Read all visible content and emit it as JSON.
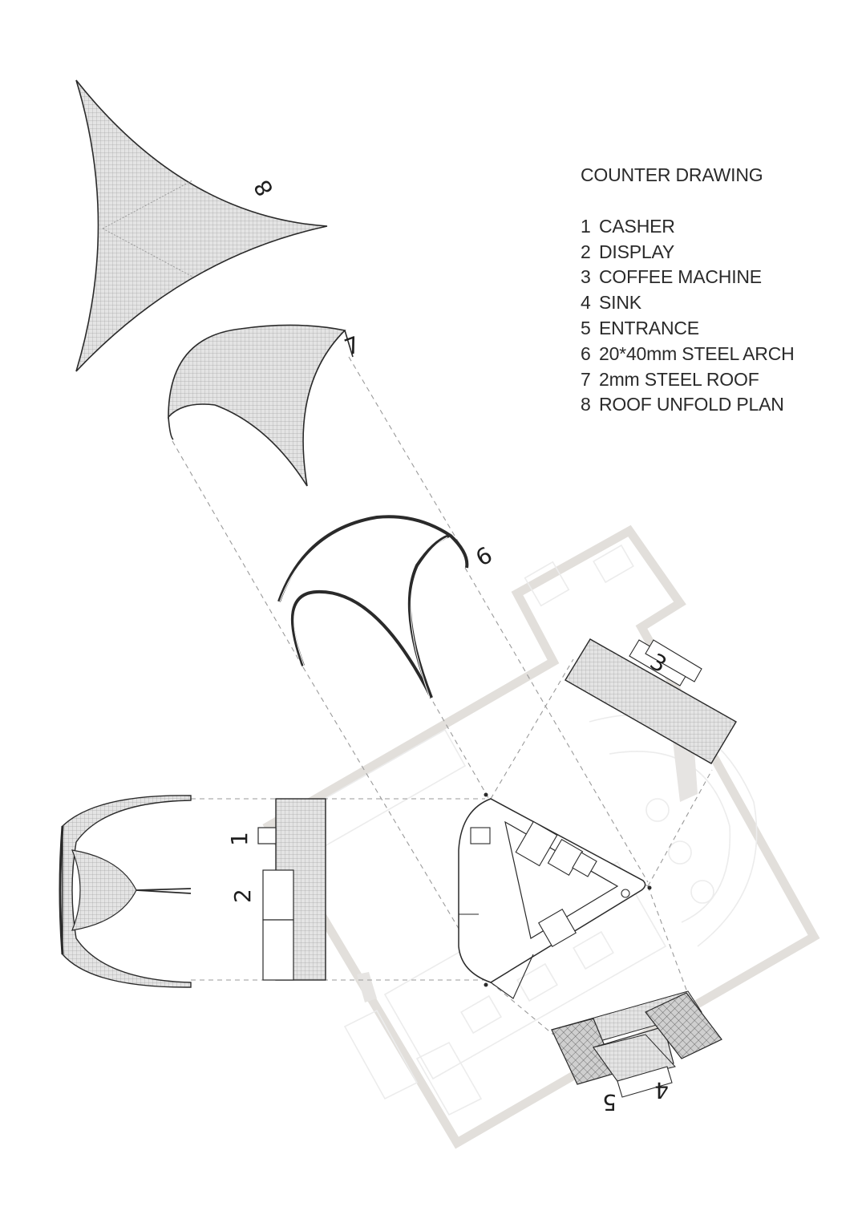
{
  "legend": {
    "title": "COUNTER DRAWING",
    "items": [
      {
        "num": "1",
        "label": "CASHER"
      },
      {
        "num": "2",
        "label": "DISPLAY"
      },
      {
        "num": "3",
        "label": "COFFEE MACHINE"
      },
      {
        "num": "4",
        "label": "SINK"
      },
      {
        "num": "5",
        "label": "ENTRANCE"
      },
      {
        "num": "6",
        "label": "20*40mm STEEL ARCH"
      },
      {
        "num": "7",
        "label": "2mm STEEL ROOF"
      },
      {
        "num": "8",
        "label": "ROOF UNFOLD PLAN"
      }
    ]
  },
  "callouts": {
    "c1": "1",
    "c2": "2",
    "c3": "3",
    "c4": "4",
    "c5": "5",
    "c6": "6",
    "c7": "7",
    "c8": "8"
  },
  "colors": {
    "line": "#2a2a2a",
    "hatch": "#cfcfcf",
    "room_outline": "#e2dfdb",
    "guide": "#9a9a9a"
  }
}
